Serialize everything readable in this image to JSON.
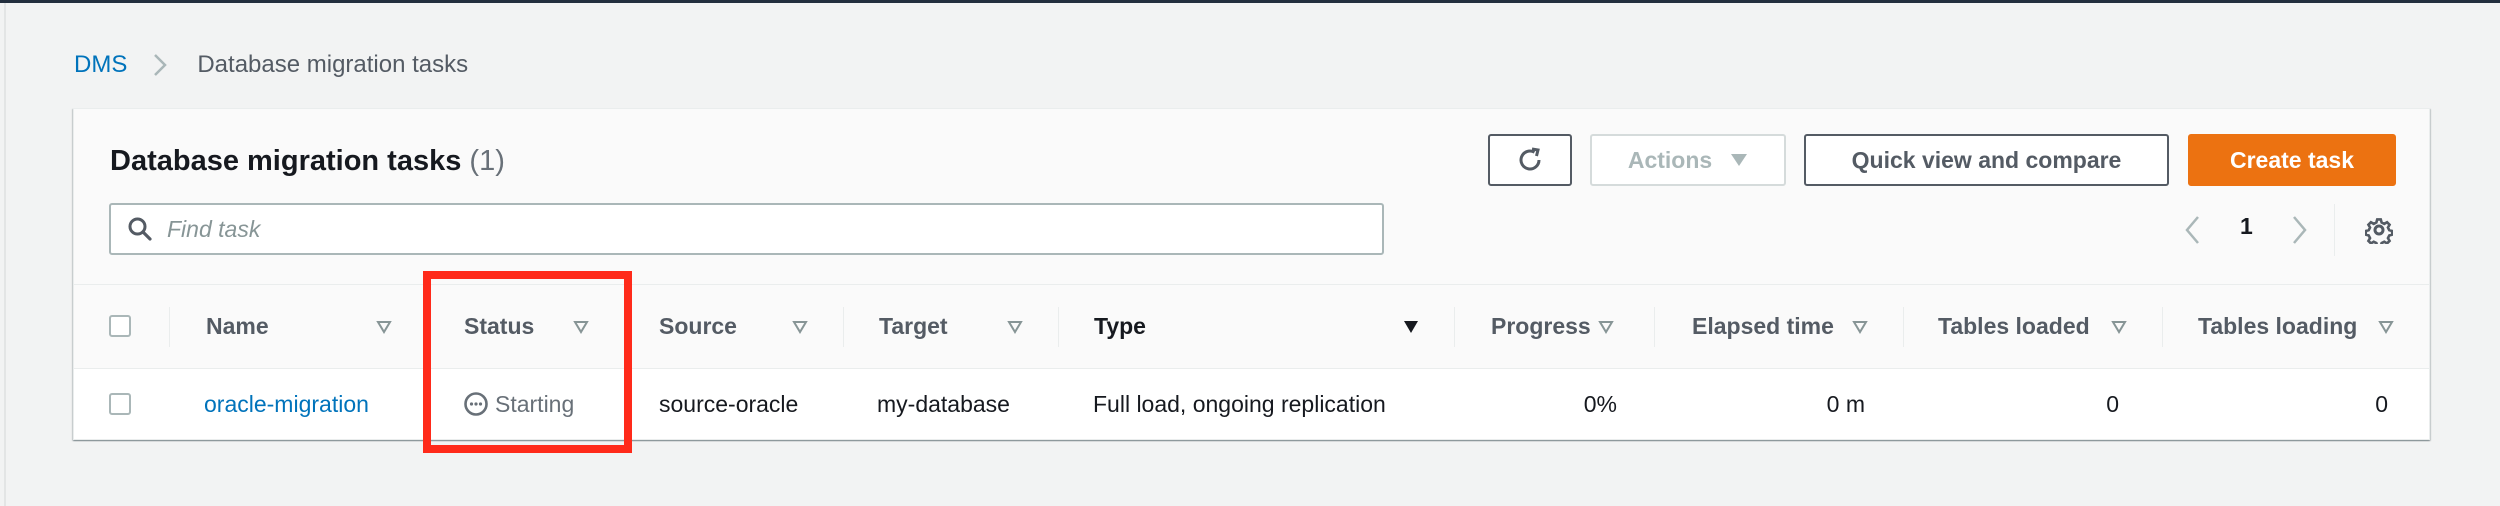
{
  "breadcrumb": {
    "root": "DMS",
    "current": "Database migration tasks"
  },
  "header": {
    "title": "Database migration tasks",
    "count": "(1)"
  },
  "toolbar": {
    "refresh_icon": "refresh-icon",
    "actions_label": "Actions",
    "quick_view_label": "Quick view and compare",
    "create_label": "Create task"
  },
  "search": {
    "placeholder": "Find task",
    "value": ""
  },
  "pagination": {
    "current_page": "1"
  },
  "table": {
    "columns": [
      {
        "key": "name",
        "label": "Name",
        "sortable": true
      },
      {
        "key": "status",
        "label": "Status",
        "sortable": true
      },
      {
        "key": "source",
        "label": "Source",
        "sortable": true
      },
      {
        "key": "target",
        "label": "Target",
        "sortable": true
      },
      {
        "key": "type",
        "label": "Type",
        "sorted": "descending"
      },
      {
        "key": "progress",
        "label": "Progress",
        "sortable": true
      },
      {
        "key": "elapsed",
        "label": "Elapsed time",
        "sortable": true
      },
      {
        "key": "tables_loaded",
        "label": "Tables loaded",
        "sortable": true
      },
      {
        "key": "tables_loading",
        "label": "Tables loading",
        "sortable": true
      }
    ],
    "rows": [
      {
        "name": "oracle-migration",
        "status": "Starting",
        "status_icon": "in-progress-icon",
        "source": "source-oracle",
        "target": "my-database",
        "type": "Full load, ongoing replication",
        "progress": "0%",
        "elapsed": "0 m",
        "tables_loaded": "0",
        "tables_loading": "0"
      }
    ]
  },
  "annotation": {
    "highlight_color": "#ff2a1a",
    "highlighted_column": "Status"
  },
  "colors": {
    "accent_orange": "#ec7211",
    "link_blue": "#0073bb",
    "background": "#f2f3f3"
  }
}
